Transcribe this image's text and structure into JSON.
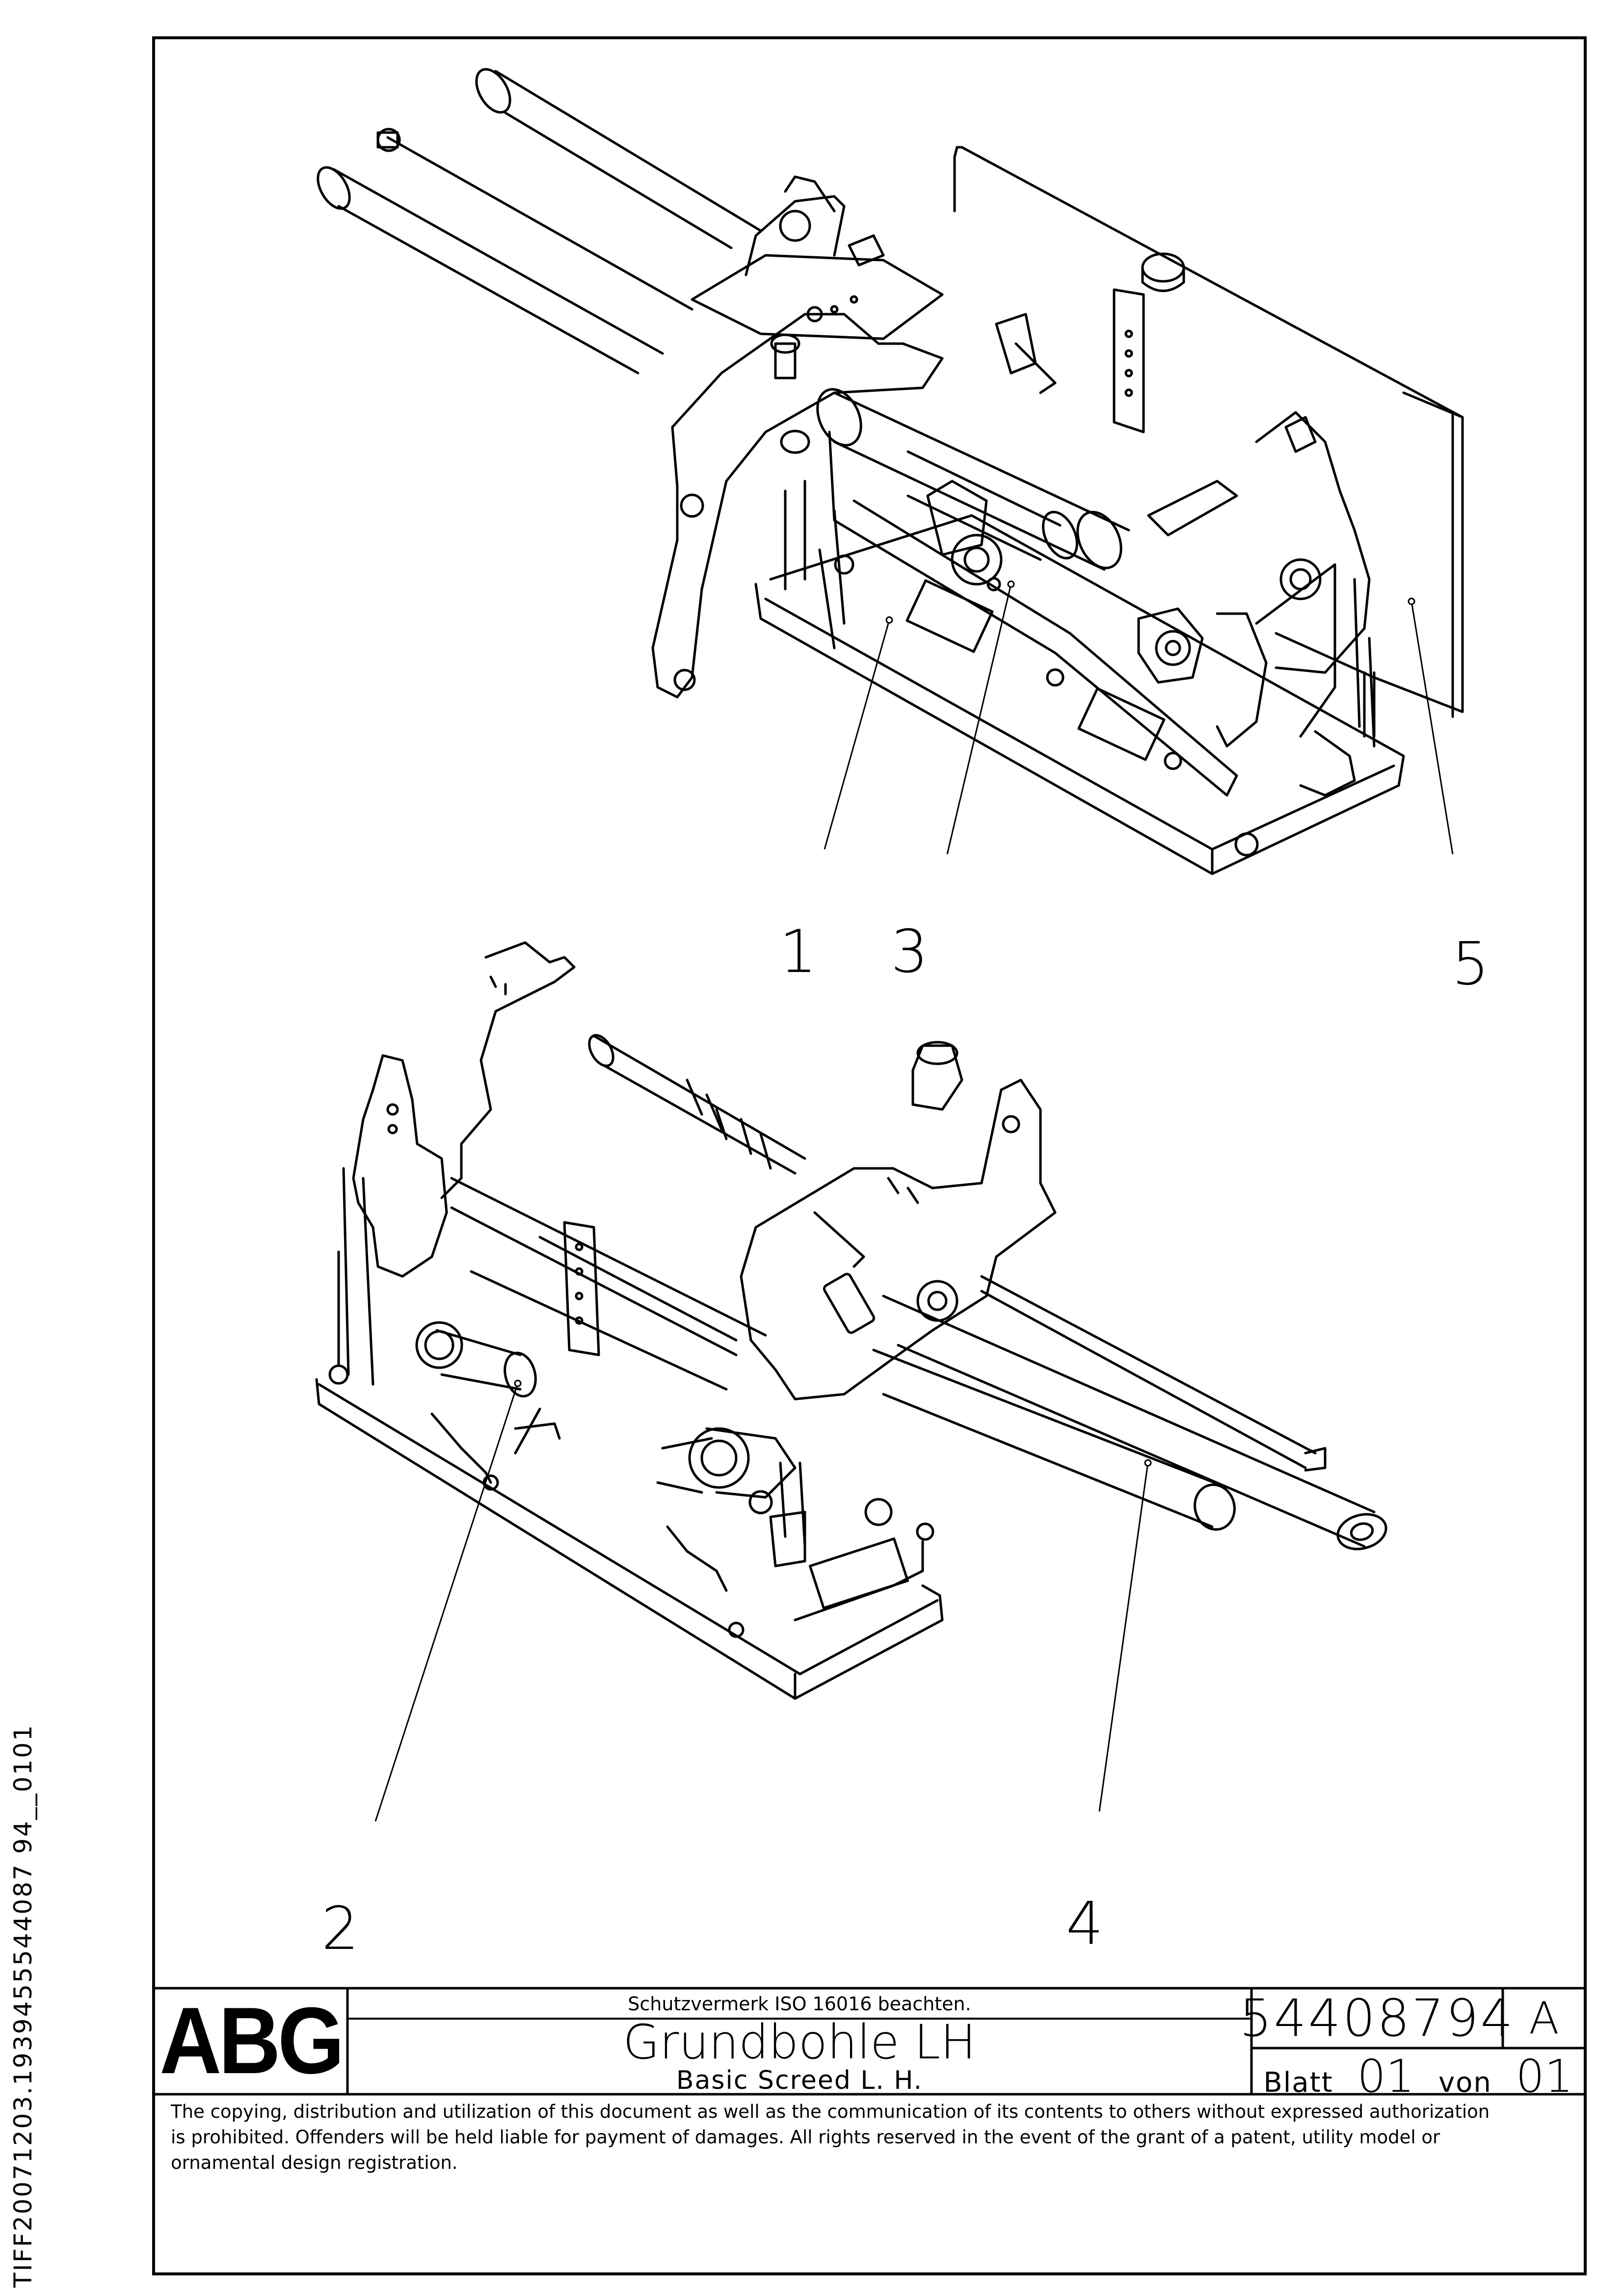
{
  "side_label": "TIFF20071203.1939455544087 94__0101",
  "callouts": {
    "c1": "1",
    "c2": "2",
    "c3": "3",
    "c4": "4",
    "c5": "5"
  },
  "title_block": {
    "logo": "ABG",
    "protection_note": "Schutzvermerk ISO 16016 beachten.",
    "title_de": "Grundbohle LH",
    "title_en": "Basic Screed L. H.",
    "drawing_number": "54408794",
    "revision": "A",
    "sheet_label": "Blatt",
    "sheet_number": "01",
    "of_label": "von",
    "sheet_total": "01"
  },
  "disclaimer_lines": [
    "The copying, distribution and utilization of this document as well as the communication of its contents to others without expressed authorization",
    "is prohibited. Offenders will be held liable for payment of damages. All rights reserved in the event of the grant of a patent, utility model or",
    "ornamental design registration."
  ]
}
